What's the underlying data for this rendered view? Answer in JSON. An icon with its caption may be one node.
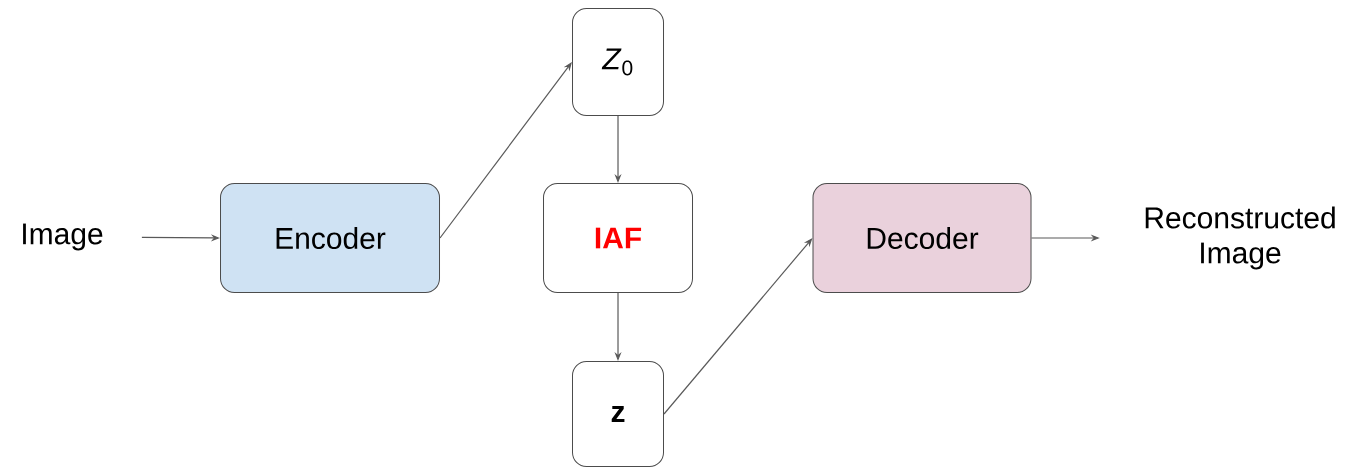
{
  "diagram": {
    "nodes": [
      {
        "text": [
          "Image"
        ]
      },
      {
        "text": [
          "Encoder"
        ]
      },
      {
        "text": [
          "*Z*$_{0}$"
        ]
      },
      {
        "text": [
          "IAF"
        ]
      },
      {
        "text": [
          "z"
        ]
      },
      {
        "text": [
          "Decoder"
        ]
      },
      {
        "text": [
          "Reconstructed Image"
        ]
      }
    ],
    "edges": [
      {
        "from": 0,
        "to": 1,
        "arrow": "to"
      },
      {
        "from": 1,
        "to": 2,
        "arrow": "to"
      },
      {
        "from": 2,
        "to": 3,
        "arrow": "to"
      },
      {
        "from": 3,
        "to": 4,
        "arrow": "to"
      },
      {
        "from": 4,
        "to": 5,
        "arrow": "to"
      },
      {
        "from": 5,
        "to": 6,
        "arrow": "to"
      }
    ]
  }
}
